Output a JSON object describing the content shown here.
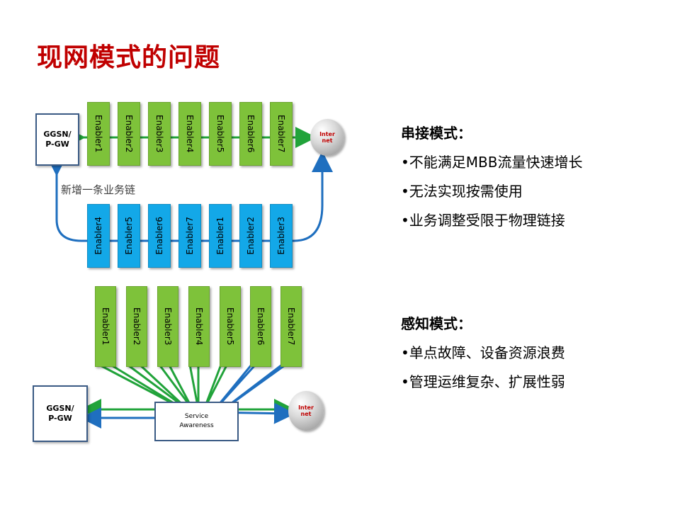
{
  "title": "现网模式的问题",
  "top_diagram": {
    "gateway_label_line1": "GGSN/",
    "gateway_label_line2": "P-GW",
    "internet_label": "Internet",
    "note": "新增一条业务链",
    "green_enablers": [
      "Enabler1",
      "Enabler2",
      "Enabler3",
      "Enabler4",
      "Enabler5",
      "Enabler6",
      "Enabler7"
    ],
    "blue_enablers": [
      "Enabler4",
      "Enabler5",
      "Enabler6",
      "Enabler7",
      "Enabler1",
      "Enabler2",
      "Enabler3"
    ]
  },
  "bottom_diagram": {
    "gateway_label_line1": "GGSN/",
    "gateway_label_line2": "P-GW",
    "internet_label": "Internet",
    "service_awareness_line1": "Service",
    "service_awareness_line2": "Awareness",
    "enablers": [
      "Enabler1",
      "Enabler2",
      "Enabler3",
      "Enabler4",
      "Enabler5",
      "Enabler6",
      "Enabler7"
    ]
  },
  "serial_mode": {
    "heading": "串接模式：",
    "items": [
      "•不能满足MBB流量快速增长",
      "•无法实现按需使用",
      "•业务调整受限于物理链接"
    ]
  },
  "aware_mode": {
    "heading": "感知模式：",
    "items": [
      "•单点故障、设备资源浪费",
      "•管理运维复杂、扩展性弱"
    ]
  },
  "colors": {
    "title": "#c00000",
    "green": "#7ec23a",
    "blue": "#13a8e8",
    "arrow_green": "#21a33a",
    "arrow_blue": "#1f6fbf"
  }
}
